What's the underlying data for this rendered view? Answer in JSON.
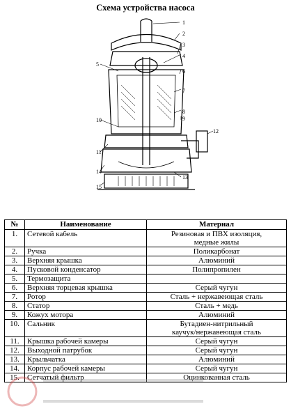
{
  "title": "Схема устройства насоса",
  "diagram": {
    "callouts": [
      "1",
      "2",
      "3",
      "4",
      "5",
      "6",
      "7",
      "8",
      "9",
      "10",
      "11",
      "12",
      "13",
      "14",
      "15"
    ]
  },
  "table": {
    "headers": [
      "№",
      "Наименование",
      "Материал"
    ],
    "rows": [
      {
        "n": "1.",
        "name": "Сетевой кабель",
        "mat1": "Резиновая и ПВХ изоляция,",
        "mat2": "медные жилы"
      },
      {
        "n": "2.",
        "name": "Ручка",
        "mat1": "Поликарбонат",
        "mat2": ""
      },
      {
        "n": "3.",
        "name": "Верхняя крышка",
        "mat1": "Алюминий",
        "mat2": ""
      },
      {
        "n": "4.",
        "name": "Пусковой конденсатор",
        "mat1": "Полипропилен",
        "mat2": ""
      },
      {
        "n": "5.",
        "name": "Термозащита",
        "mat1": "",
        "mat2": ""
      },
      {
        "n": "6.",
        "name": "Верхняя торцевая крышка",
        "mat1": "Серый чугун",
        "mat2": ""
      },
      {
        "n": "7.",
        "name": "Ротор",
        "mat1": "Сталь + нержавеющая сталь",
        "mat2": ""
      },
      {
        "n": "8.",
        "name": "Статор",
        "mat1": "Сталь + медь",
        "mat2": ""
      },
      {
        "n": "9.",
        "name": "Кожух мотора",
        "mat1": "Алюминий",
        "mat2": ""
      },
      {
        "n": "10.",
        "name": "Сальник",
        "mat1": "Бутадиен-нитрильный",
        "mat2": "каучук/нержавеющая сталь"
      },
      {
        "n": "11.",
        "name": "Крышка рабочей камеры",
        "mat1": "Серый чугун",
        "mat2": ""
      },
      {
        "n": "12.",
        "name": "Выходной патрубок",
        "mat1": "Серый чугун",
        "mat2": ""
      },
      {
        "n": "13.",
        "name": "Крыльчатка",
        "mat1": "Алюминий",
        "mat2": ""
      },
      {
        "n": "14.",
        "name": "Корпус рабочей камеры",
        "mat1": "Серый чугун",
        "mat2": ""
      },
      {
        "n": "15.",
        "name": "Сетчатый фильтр",
        "mat1": "Оцинкованная сталь",
        "mat2": ""
      }
    ]
  }
}
